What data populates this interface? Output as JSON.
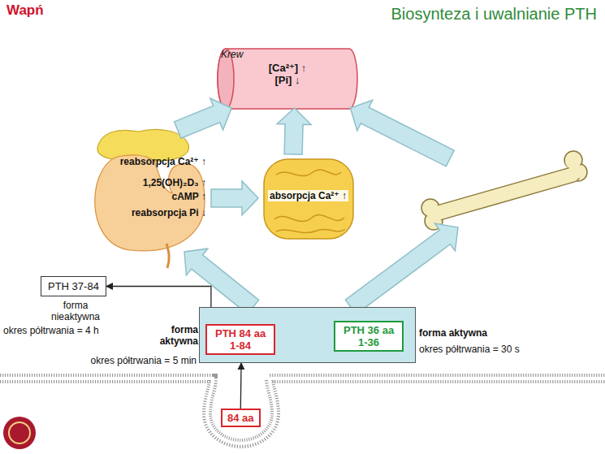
{
  "diagram": {
    "title": "Biosynteza i uwalnianie PTH",
    "nodes": [
      {
        "text": [
          "Krew",
          "[Ca²⁺] ↑",
          "[Pi] ↓"
        ]
      },
      {
        "text": [
          "reabsorpcja Ca²⁺ ↑",
          "1,25(OH)₂D₃ ↑",
          "cAMP ↑",
          "reabsorpcja Pi ↓"
        ]
      },
      {
        "text": [
          "absorpcja Ca²⁺ ↑"
        ]
      },
      {
        "text": []
      },
      {
        "text": [
          "PTH 37-84"
        ]
      },
      {
        "text": []
      },
      {
        "text": [
          "PTH 84 aa",
          "1-84"
        ],
        "in": 5
      },
      {
        "text": [
          "PTH 36 aa",
          "1-36"
        ],
        "in": 5
      },
      {
        "text": [
          "84 aa"
        ]
      }
    ],
    "edges": [
      {
        "from": 1,
        "to": 0,
        "arrow": "to"
      },
      {
        "from": 2,
        "to": 0,
        "arrow": "to"
      },
      {
        "from": 3,
        "to": 0,
        "arrow": "to"
      },
      {
        "from": 1,
        "to": 2,
        "arrow": "to"
      },
      {
        "from": 5,
        "to": 1,
        "arrow": "to"
      },
      {
        "from": 5,
        "to": 3,
        "arrow": "to"
      },
      {
        "from": 6,
        "to": 7,
        "arrow": "to"
      },
      {
        "from": 6,
        "to": 4,
        "arrow": "to"
      },
      {
        "from": 8,
        "to": 5,
        "arrow": "to"
      }
    ],
    "labels": [
      "Wapń",
      "forma aktywna",
      "okres półtrwania = 5 min",
      "forma nieaktywna",
      "okres półtrwania = 4 h",
      "forma aktywna",
      "okres półtrwania = 30 s"
    ]
  }
}
